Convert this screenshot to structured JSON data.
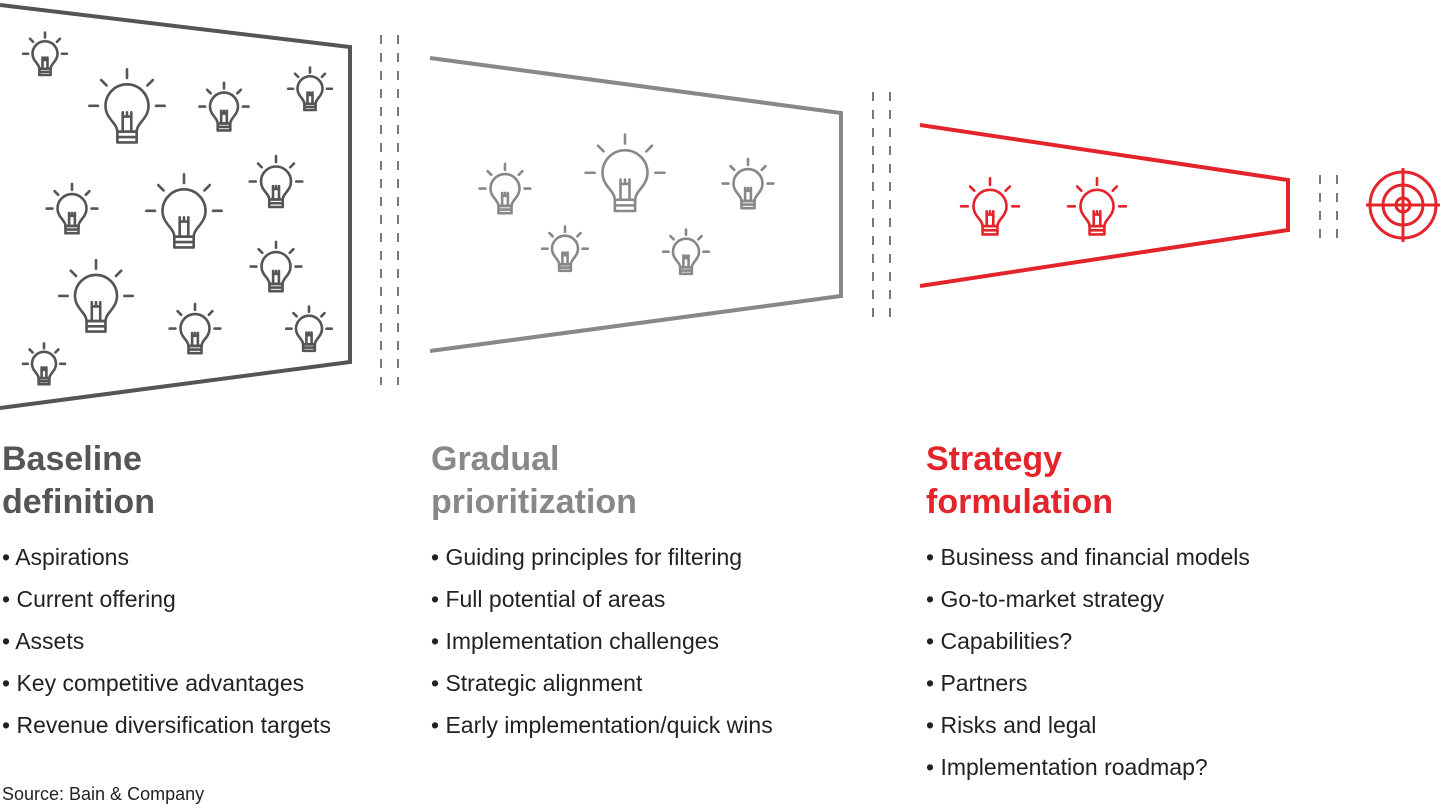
{
  "colors": {
    "baseline": "#555555",
    "gradual": "#888888",
    "strategy": "#e3242b"
  },
  "stages": [
    {
      "title_line1": "Baseline",
      "title_line2": "definition",
      "bullets": [
        "Aspirations",
        "Current offering",
        "Assets",
        "Key competitive advantages",
        "Revenue diversification targets"
      ]
    },
    {
      "title_line1": "Gradual",
      "title_line2": "prioritization",
      "bullets": [
        "Guiding principles for filtering",
        "Full potential of areas",
        "Implementation challenges",
        "Strategic alignment",
        "Early implementation/quick wins"
      ]
    },
    {
      "title_line1": "Strategy",
      "title_line2": "formulation",
      "bullets": [
        "Business and financial models",
        "Go-to-market strategy",
        "Capabilities?",
        "Partners",
        "Risks and legal",
        "Implementation roadmap?"
      ]
    }
  ],
  "source": "Source: Bain & Company"
}
